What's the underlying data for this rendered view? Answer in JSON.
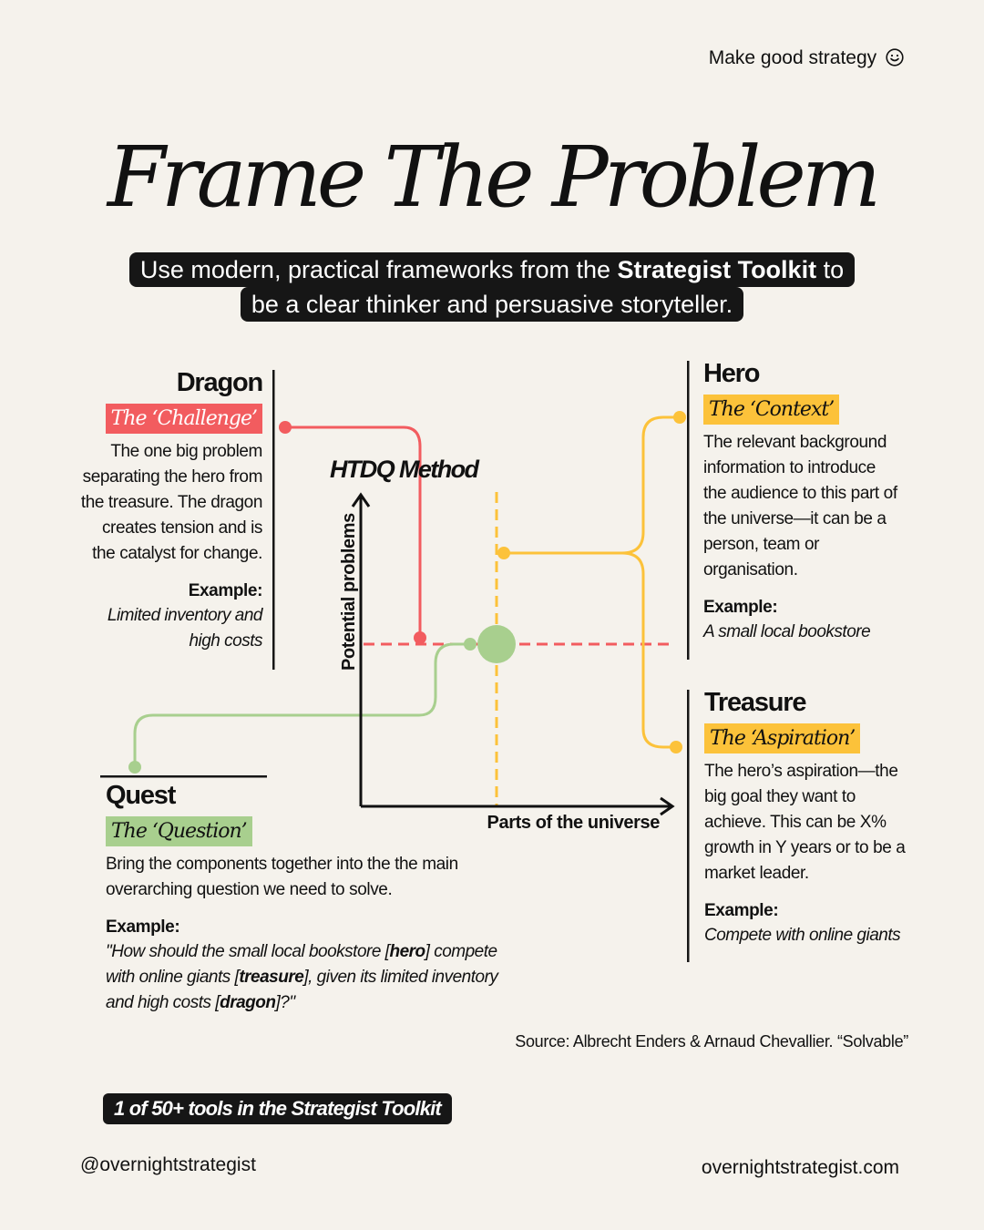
{
  "tagline": "Make good strategy",
  "title": "Frame The Problem",
  "subtitle": {
    "line1_pre": "Use modern, practical frameworks from the ",
    "line1_bold": "Strategist Toolkit",
    "line1_post": " to",
    "line2": "be a clear thinker and persuasive storyteller."
  },
  "colors": {
    "dragon": "#f25c5f",
    "hero": "#fcc23a",
    "quest": "#a8cf8e",
    "dark": "#161616",
    "bg": "#f5f2ec"
  },
  "method_title": "HTDQ Method",
  "axes": {
    "y": "Potential problems",
    "x": "Parts of the universe"
  },
  "dragon": {
    "title": "Dragon",
    "tag": "The ‘Challenge’",
    "desc": [
      "The one big problem",
      "separating the hero from",
      "the treasure. The dragon",
      "creates tension and is",
      "the catalyst for change."
    ],
    "example_label": "Example:",
    "example": [
      "Limited inventory and",
      "high costs"
    ]
  },
  "hero": {
    "title": "Hero",
    "tag": "The ‘Context’",
    "desc": [
      "The relevant background",
      "information to introduce",
      "the audience to this part of",
      "the universe—it can be a",
      "person, team or",
      "organisation."
    ],
    "example_label": "Example:",
    "example": [
      "A small local bookstore"
    ]
  },
  "treasure": {
    "title": "Treasure",
    "tag": "The ‘Aspiration’",
    "desc": [
      "The hero’s aspiration—the",
      "big goal they want to",
      "achieve. This can be X%",
      "growth in Y years or to be a",
      "market leader."
    ],
    "example_label": "Example:",
    "example": [
      "Compete with online giants"
    ]
  },
  "quest": {
    "title": "Quest",
    "tag": "The ‘Question’",
    "desc": [
      "Bring the components together into the the main",
      "overarching question we need to solve."
    ],
    "example_label": "Example:",
    "ex1_a": "\"How should the small local bookstore [",
    "ex1_b": "hero",
    "ex1_c": "] compete",
    "ex2_a": "with online giants [",
    "ex2_b": "treasure",
    "ex2_c": "], given its limited inventory",
    "ex3_a": "and high costs [",
    "ex3_b": "dragon",
    "ex3_c": "]?\""
  },
  "source": "Source: Albrecht Enders & Arnaud Chevallier. “Solvable”",
  "pill": "1 of 50+ tools in the Strategist Toolkit",
  "handle": "@overnightstrategist",
  "site": "overnightstrategist.com",
  "icons": {
    "tagline_icon": "smiley-icon"
  }
}
